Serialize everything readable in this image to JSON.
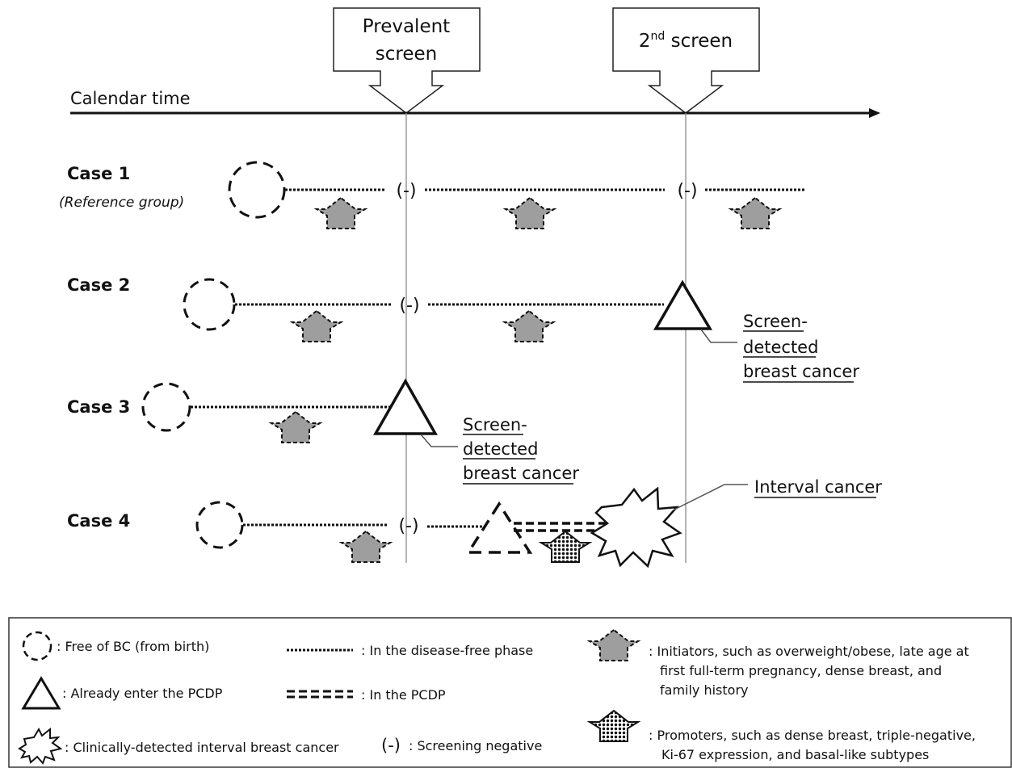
{
  "screens": {
    "prevalent": [
      "Prevalent",
      "screen"
    ],
    "second_base": "2",
    "second_sup": "nd",
    "second_rest": " screen"
  },
  "timeline_label": "Calendar time",
  "cases": [
    {
      "title": "Case 1",
      "subtitle": "(Reference group)"
    },
    {
      "title": "Case 2"
    },
    {
      "title": "Case 3"
    },
    {
      "title": "Case 4"
    }
  ],
  "negative_mark": "(-)",
  "annotations": {
    "screen_detected": [
      "Screen-",
      "detected",
      "breast cancer"
    ],
    "interval_cancer": "Interval cancer"
  },
  "legend": {
    "free_of_bc": ": Free of BC (from birth)",
    "disease_free": ": In the disease-free phase",
    "initiators": [
      ": Initiators, such as overweight/obese, late age at",
      "first full-term pregnancy, dense breast, and",
      "family history"
    ],
    "already_pcdp": ": Already enter the PCDP",
    "in_pcdp": ": In the PCDP",
    "clinical_interval": ": Clinically-detected interval breast cancer",
    "screening_negative": ": Screening negative",
    "promoters": [
      ": Promoters, such as dense breast, triple-negative,",
      "Ki-67 expression, and basal-like subtypes"
    ]
  }
}
